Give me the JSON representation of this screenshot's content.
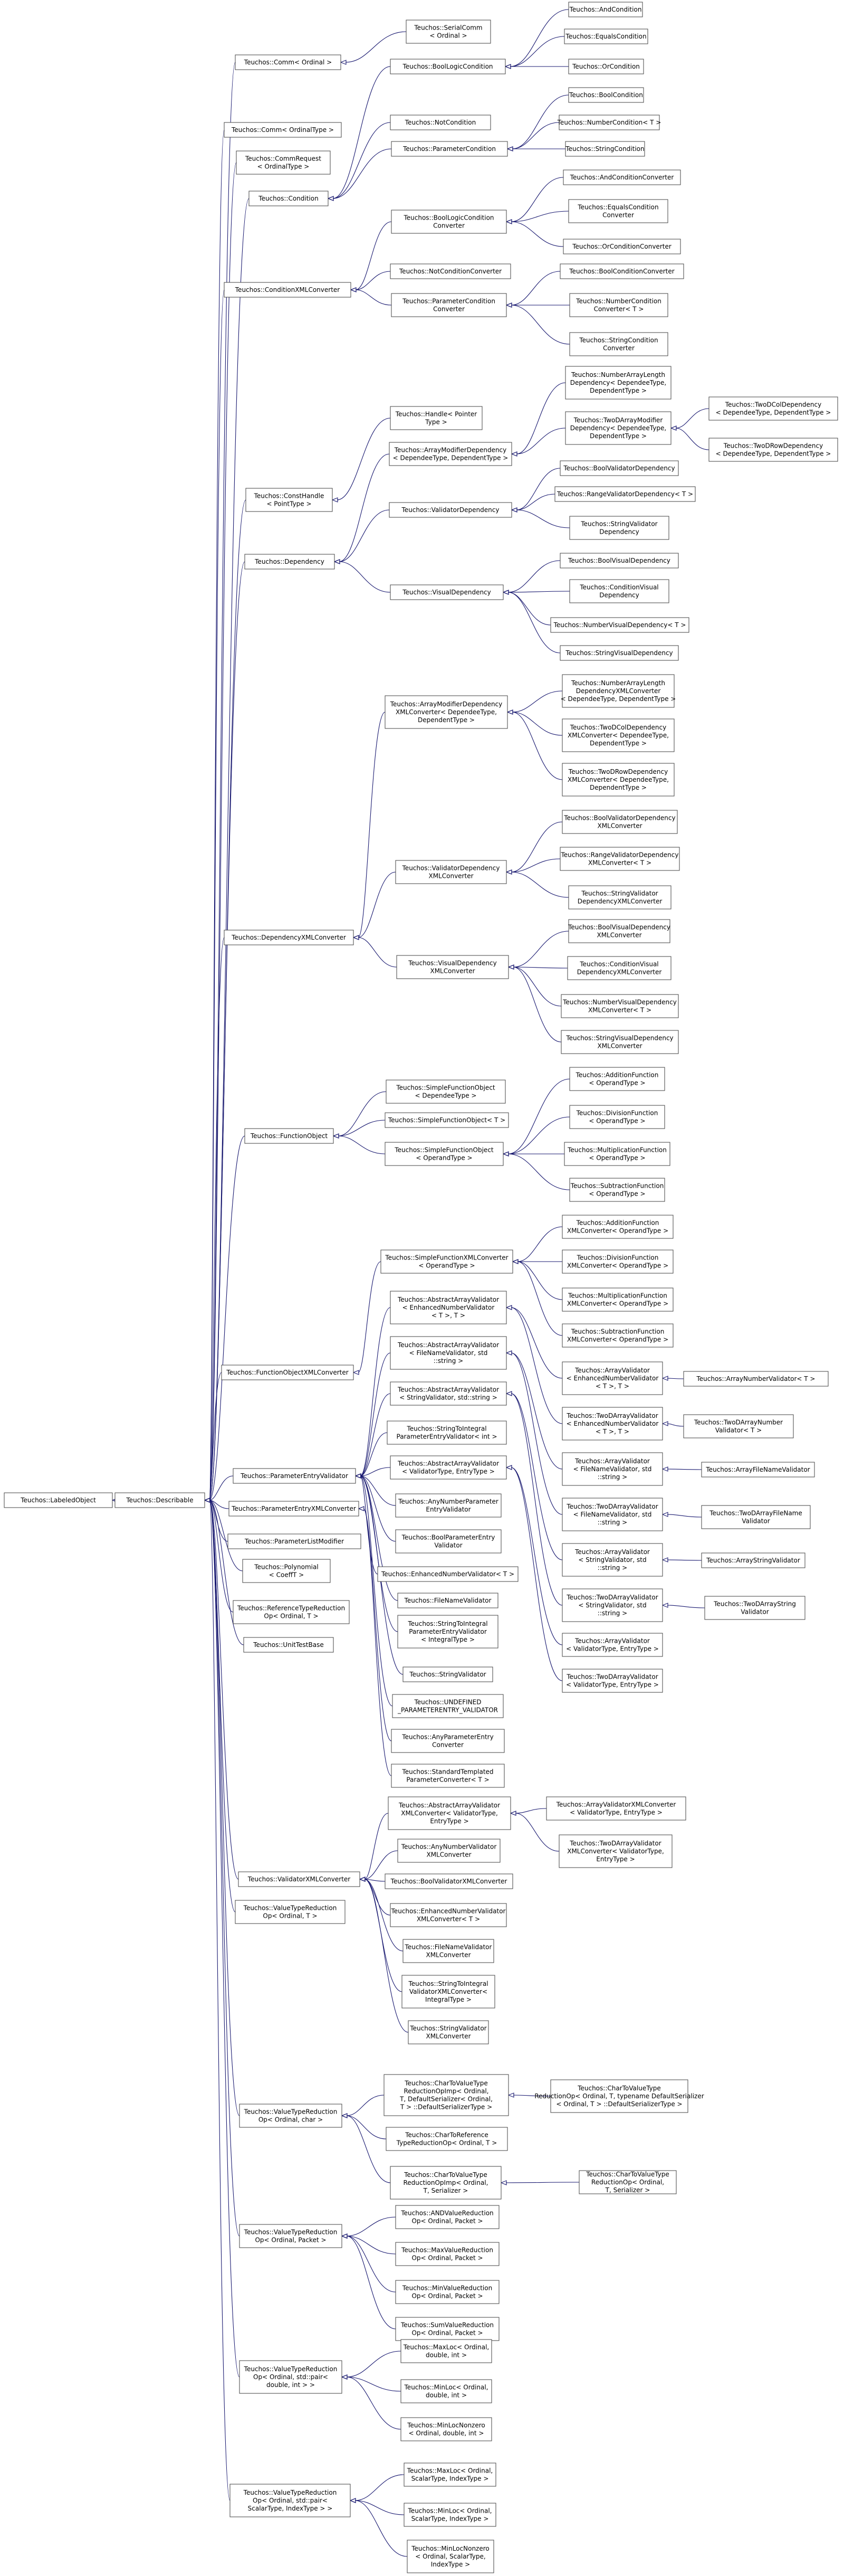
{
  "colors": {
    "edge": "#191970",
    "box_border": "#404040",
    "box_fill": "#ffffff",
    "text": "#000000",
    "background": "#ffffff"
  },
  "nodes": [
    {
      "id": "labeled_object",
      "label": [
        "Teuchos::LabeledObject"
      ]
    },
    {
      "id": "describable",
      "label": [
        "Teuchos::Describable"
      ]
    },
    {
      "id": "comm",
      "label": [
        "Teuchos::Comm< Ordinal >"
      ]
    },
    {
      "id": "serialcomm",
      "label": [
        "Teuchos::SerialComm",
        "< Ordinal >"
      ]
    },
    {
      "id": "commrequest_ot",
      "label": [
        "Teuchos::Comm< OrdinalType >"
      ]
    },
    {
      "id": "commrequest",
      "label": [
        "Teuchos::CommRequest",
        "< OrdinalType >"
      ]
    },
    {
      "id": "condition",
      "label": [
        "Teuchos::Condition"
      ]
    },
    {
      "id": "boollogic",
      "label": [
        "Teuchos::BoolLogicCondition"
      ]
    },
    {
      "id": "andcond",
      "label": [
        "Teuchos::AndCondition"
      ]
    },
    {
      "id": "equalscond",
      "label": [
        "Teuchos::EqualsCondition"
      ]
    },
    {
      "id": "orcond",
      "label": [
        "Teuchos::OrCondition"
      ]
    },
    {
      "id": "notcond",
      "label": [
        "Teuchos::NotCondition"
      ]
    },
    {
      "id": "paramcond",
      "label": [
        "Teuchos::ParameterCondition"
      ]
    },
    {
      "id": "boolcond",
      "label": [
        "Teuchos::BoolCondition"
      ]
    },
    {
      "id": "numbercond",
      "label": [
        "Teuchos::NumberCondition< T >"
      ]
    },
    {
      "id": "stringcond",
      "label": [
        "Teuchos::StringCondition"
      ]
    },
    {
      "id": "condxml",
      "label": [
        "Teuchos::ConditionXMLConverter"
      ]
    },
    {
      "id": "boollogicconv",
      "label": [
        "Teuchos::BoolLogicCondition",
        "Converter"
      ]
    },
    {
      "id": "andcondconv",
      "label": [
        "Teuchos::AndConditionConverter"
      ]
    },
    {
      "id": "equalscondconv",
      "label": [
        "Teuchos::EqualsCondition",
        "Converter"
      ]
    },
    {
      "id": "orcondconv",
      "label": [
        "Teuchos::OrConditionConverter"
      ]
    },
    {
      "id": "notcondconv",
      "label": [
        "Teuchos::NotConditionConverter"
      ]
    },
    {
      "id": "paramcondconv",
      "label": [
        "Teuchos::ParameterCondition",
        "Converter"
      ]
    },
    {
      "id": "boolcondconv",
      "label": [
        "Teuchos::BoolConditionConverter"
      ]
    },
    {
      "id": "numbercondconv",
      "label": [
        "Teuchos::NumberCondition",
        "Converter< T >"
      ]
    },
    {
      "id": "stringcondconv",
      "label": [
        "Teuchos::StringCondition",
        "Converter"
      ]
    },
    {
      "id": "consthandle",
      "label": [
        "Teuchos::ConstHandle",
        "< PointType >"
      ]
    },
    {
      "id": "handle",
      "label": [
        "Teuchos::Handle< Pointer",
        "Type >"
      ]
    },
    {
      "id": "dependency",
      "label": [
        "Teuchos::Dependency"
      ]
    },
    {
      "id": "arraymoddep",
      "label": [
        "Teuchos::ArrayModifierDependency",
        "< DependeeType, DependentType >"
      ]
    },
    {
      "id": "numarrlendep",
      "label": [
        "Teuchos::NumberArrayLength",
        "Dependency< DependeeType,",
        "DependentType >"
      ]
    },
    {
      "id": "twodarrmoddep",
      "label": [
        "Teuchos::TwoDArrayModifier",
        "Dependency< DependeeType,",
        "DependentType >"
      ]
    },
    {
      "id": "twodcoldep",
      "label": [
        "Teuchos::TwoDColDependency",
        "< DependeeType, DependentType >"
      ]
    },
    {
      "id": "twodrowdep",
      "label": [
        "Teuchos::TwoDRowDependency",
        "< DependeeType, DependentType >"
      ]
    },
    {
      "id": "validatordep",
      "label": [
        "Teuchos::ValidatorDependency"
      ]
    },
    {
      "id": "boolvaldep",
      "label": [
        "Teuchos::BoolValidatorDependency"
      ]
    },
    {
      "id": "rangevaldep",
      "label": [
        "Teuchos::RangeValidatorDependency< T >"
      ]
    },
    {
      "id": "stringvaldep",
      "label": [
        "Teuchos::StringValidator",
        "Dependency"
      ]
    },
    {
      "id": "visualdep",
      "label": [
        "Teuchos::VisualDependency"
      ]
    },
    {
      "id": "boolvisdep",
      "label": [
        "Teuchos::BoolVisualDependency"
      ]
    },
    {
      "id": "condvisdep",
      "label": [
        "Teuchos::ConditionVisual",
        "Dependency"
      ]
    },
    {
      "id": "numvisdep",
      "label": [
        "Teuchos::NumberVisualDependency< T >"
      ]
    },
    {
      "id": "strvisdep",
      "label": [
        "Teuchos::StringVisualDependency"
      ]
    },
    {
      "id": "depxml",
      "label": [
        "Teuchos::DependencyXMLConverter"
      ]
    },
    {
      "id": "arrmoddepxml",
      "label": [
        "Teuchos::ArrayModifierDependency",
        "XMLConverter< DependeeType,",
        "DependentType >"
      ]
    },
    {
      "id": "numarrlendepxml",
      "label": [
        "Teuchos::NumberArrayLength",
        "DependencyXMLConverter",
        "< DependeeType, DependentType >"
      ]
    },
    {
      "id": "twodcoldepxml",
      "label": [
        "Teuchos::TwoDColDependency",
        "XMLConverter< DependeeType,",
        "DependentType >"
      ]
    },
    {
      "id": "twodrowdepxml",
      "label": [
        "Teuchos::TwoDRowDependency",
        "XMLConverter< DependeeType,",
        "DependentType >"
      ]
    },
    {
      "id": "valdepxml",
      "label": [
        "Teuchos::ValidatorDependency",
        "XMLConverter"
      ]
    },
    {
      "id": "boolvaldepxml",
      "label": [
        "Teuchos::BoolValidatorDependency",
        "XMLConverter"
      ]
    },
    {
      "id": "rangevaldepxml",
      "label": [
        "Teuchos::RangeValidatorDependency",
        "XMLConverter< T >"
      ]
    },
    {
      "id": "strvaldepxml",
      "label": [
        "Teuchos::StringValidator",
        "DependencyXMLConverter"
      ]
    },
    {
      "id": "visdepxml",
      "label": [
        "Teuchos::VisualDependency",
        "XMLConverter"
      ]
    },
    {
      "id": "boolvisdepxml",
      "label": [
        "Teuchos::BoolVisualDependency",
        "XMLConverter"
      ]
    },
    {
      "id": "condvisdepxml",
      "label": [
        "Teuchos::ConditionVisual",
        "DependencyXMLConverter"
      ]
    },
    {
      "id": "numvisdepxml",
      "label": [
        "Teuchos::NumberVisualDependency",
        "XMLConverter< T >"
      ]
    },
    {
      "id": "strvisdepxml",
      "label": [
        "Teuchos::StringVisualDependency",
        "XMLConverter"
      ]
    },
    {
      "id": "funcobj",
      "label": [
        "Teuchos::FunctionObject"
      ]
    },
    {
      "id": "simplefo_dep",
      "label": [
        "Teuchos::SimpleFunctionObject",
        "< DependeeType >"
      ]
    },
    {
      "id": "simplefo_t",
      "label": [
        "Teuchos::SimpleFunctionObject< T >"
      ]
    },
    {
      "id": "simplefo_op",
      "label": [
        "Teuchos::SimpleFunctionObject",
        "< OperandType >"
      ]
    },
    {
      "id": "addfunc",
      "label": [
        "Teuchos::AdditionFunction",
        "< OperandType >"
      ]
    },
    {
      "id": "divfunc",
      "label": [
        "Teuchos::DivisionFunction",
        "< OperandType >"
      ]
    },
    {
      "id": "mulfunc",
      "label": [
        "Teuchos::MultiplicationFunction",
        "< OperandType >"
      ]
    },
    {
      "id": "subfunc",
      "label": [
        "Teuchos::SubtractionFunction",
        "< OperandType >"
      ]
    },
    {
      "id": "funcobjxml",
      "label": [
        "Teuchos::FunctionObjectXMLConverter"
      ]
    },
    {
      "id": "simplefoxml",
      "label": [
        "Teuchos::SimpleFunctionXMLConverter",
        "< OperandType >"
      ]
    },
    {
      "id": "addfuncxml",
      "label": [
        "Teuchos::AdditionFunction",
        "XMLConverter< OperandType >"
      ]
    },
    {
      "id": "divfuncxml",
      "label": [
        "Teuchos::DivisionFunction",
        "XMLConverter< OperandType >"
      ]
    },
    {
      "id": "mulfuncxml",
      "label": [
        "Teuchos::MultiplicationFunction",
        "XMLConverter< OperandType >"
      ]
    },
    {
      "id": "subfuncxml",
      "label": [
        "Teuchos::SubtractionFunction",
        "XMLConverter< OperandType >"
      ]
    },
    {
      "id": "pev",
      "label": [
        "Teuchos::ParameterEntryValidator"
      ]
    },
    {
      "id": "absarr_enum",
      "label": [
        "Teuchos::AbstractArrayValidator",
        "< EnhancedNumberValidator",
        "< T >, T >"
      ]
    },
    {
      "id": "absarr_file",
      "label": [
        "Teuchos::AbstractArrayValidator",
        "< FileNameValidator, std",
        "::string >"
      ]
    },
    {
      "id": "absarr_str",
      "label": [
        "Teuchos::AbstractArrayValidator",
        "< StringValidator, std::string >"
      ]
    },
    {
      "id": "stringtoint_pev",
      "label": [
        "Teuchos::StringToIntegral",
        "ParameterEntryValidator< int >"
      ]
    },
    {
      "id": "absarr_valent",
      "label": [
        "Teuchos::AbstractArrayValidator",
        "< ValidatorType, EntryType >"
      ]
    },
    {
      "id": "anynum_pev",
      "label": [
        "Teuchos::AnyNumberParameter",
        "EntryValidator"
      ]
    },
    {
      "id": "bool_pev",
      "label": [
        "Teuchos::BoolParameterEntry",
        "Validator"
      ]
    },
    {
      "id": "enhnum_val",
      "label": [
        "Teuchos::EnhancedNumberValidator< T >"
      ]
    },
    {
      "id": "filename_val",
      "label": [
        "Teuchos::FileNameValidator"
      ]
    },
    {
      "id": "stoint_pev_it",
      "label": [
        "Teuchos::StringToIntegral",
        "ParameterEntryValidator",
        "< IntegralType >"
      ]
    },
    {
      "id": "string_val",
      "label": [
        "Teuchos::StringValidator"
      ]
    },
    {
      "id": "undef_pev",
      "label": [
        "Teuchos::UNDEFINED",
        "_PARAMETERENTRY_VALIDATOR"
      ]
    },
    {
      "id": "arr_enum",
      "label": [
        "Teuchos::ArrayValidator",
        "< EnhancedNumberValidator",
        "< T >, T >"
      ]
    },
    {
      "id": "arrnum_val",
      "label": [
        "Teuchos::ArrayNumberValidator< T >"
      ]
    },
    {
      "id": "twod_enum",
      "label": [
        "Teuchos::TwoDArrayValidator",
        "< EnhancedNumberValidator",
        "< T >, T >"
      ]
    },
    {
      "id": "twodnum_val",
      "label": [
        "Teuchos::TwoDArrayNumber",
        "Validator< T >"
      ]
    },
    {
      "id": "arr_file",
      "label": [
        "Teuchos::ArrayValidator",
        "< FileNameValidator, std",
        "::string >"
      ]
    },
    {
      "id": "arrfile_val",
      "label": [
        "Teuchos::ArrayFileNameValidator"
      ]
    },
    {
      "id": "twod_file",
      "label": [
        "Teuchos::TwoDArrayValidator",
        "< FileNameValidator, std",
        "::string >"
      ]
    },
    {
      "id": "twodfile_val",
      "label": [
        "Teuchos::TwoDArrayFileName",
        "Validator"
      ]
    },
    {
      "id": "arr_str",
      "label": [
        "Teuchos::ArrayValidator",
        "< StringValidator, std",
        "::string >"
      ]
    },
    {
      "id": "arrstr_val",
      "label": [
        "Teuchos::ArrayStringValidator"
      ]
    },
    {
      "id": "twod_str",
      "label": [
        "Teuchos::TwoDArrayValidator",
        "< StringValidator, std",
        "::string >"
      ]
    },
    {
      "id": "twodstr_val",
      "label": [
        "Teuchos::TwoDArrayString",
        "Validator"
      ]
    },
    {
      "id": "arr_valent",
      "label": [
        "Teuchos::ArrayValidator",
        "< ValidatorType, EntryType >"
      ]
    },
    {
      "id": "twod_valent",
      "label": [
        "Teuchos::TwoDArrayValidator",
        "< ValidatorType, EntryType >"
      ]
    },
    {
      "id": "pexml",
      "label": [
        "Teuchos::ParameterEntryXMLConverter"
      ]
    },
    {
      "id": "anypexml",
      "label": [
        "Teuchos::AnyParameterEntry",
        "Converter"
      ]
    },
    {
      "id": "stdtemplpexml",
      "label": [
        "Teuchos::StandardTemplated",
        "ParameterConverter< T >"
      ]
    },
    {
      "id": "plmod",
      "label": [
        "Teuchos::ParameterListModifier"
      ]
    },
    {
      "id": "polynomial",
      "label": [
        "Teuchos::Polynomial",
        "< CoeffT >"
      ]
    },
    {
      "id": "reftyperedop",
      "label": [
        "Teuchos::ReferenceTypeReduction",
        "Op< Ordinal, T >"
      ]
    },
    {
      "id": "unittestbase",
      "label": [
        "Teuchos::UnitTestBase"
      ]
    },
    {
      "id": "valxml",
      "label": [
        "Teuchos::ValidatorXMLConverter"
      ]
    },
    {
      "id": "absarrvalxml",
      "label": [
        "Teuchos::AbstractArrayValidator",
        "XMLConverter< ValidatorType,",
        "EntryType >"
      ]
    },
    {
      "id": "arrvalxml",
      "label": [
        "Teuchos::ArrayValidatorXMLConverter",
        "< ValidatorType, EntryType >"
      ]
    },
    {
      "id": "twodarrvalxml",
      "label": [
        "Teuchos::TwoDArrayValidator",
        "XMLConverter< ValidatorType,",
        "EntryType >"
      ]
    },
    {
      "id": "anynumvalxml",
      "label": [
        "Teuchos::AnyNumberValidator",
        "XMLConverter"
      ]
    },
    {
      "id": "boolvalxml",
      "label": [
        "Teuchos::BoolValidatorXMLConverter"
      ]
    },
    {
      "id": "enhnumvalxml",
      "label": [
        "Teuchos::EnhancedNumberValidator",
        "XMLConverter< T >"
      ]
    },
    {
      "id": "filenamevalxml",
      "label": [
        "Teuchos::FileNameValidator",
        "XMLConverter"
      ]
    },
    {
      "id": "stointvalxml",
      "label": [
        "Teuchos::StringToIntegral",
        "ValidatorXMLConverter<",
        "IntegralType >"
      ]
    },
    {
      "id": "stringvalxml",
      "label": [
        "Teuchos::StringValidator",
        "XMLConverter"
      ]
    },
    {
      "id": "vtro_ot",
      "label": [
        "Teuchos::ValueTypeReduction",
        "Op< Ordinal, T >"
      ]
    },
    {
      "id": "vtro_char",
      "label": [
        "Teuchos::ValueTypeReduction",
        "Op< Ordinal, char >"
      ]
    },
    {
      "id": "chartovt_def",
      "label": [
        "Teuchos::CharToValueType",
        "ReductionOpImp< Ordinal,",
        "T, DefaultSerializer< Ordinal,",
        "T > ::DefaultSerializerType >"
      ]
    },
    {
      "id": "chartovt_def2",
      "label": [
        "Teuchos::CharToValueType",
        "ReductionOp< Ordinal, T, typename DefaultSerializer",
        "< Ordinal, T > ::DefaultSerializerType >"
      ]
    },
    {
      "id": "chartoref",
      "label": [
        "Teuchos::CharToReference",
        "TypeReductionOp< Ordinal, T >"
      ]
    },
    {
      "id": "chartovt_ser",
      "label": [
        "Teuchos::CharToValueType",
        "ReductionOpImp< Ordinal,",
        "T, Serializer >"
      ]
    },
    {
      "id": "chartovt_ser2",
      "label": [
        "Teuchos::CharToValueType",
        "ReductionOp< Ordinal,",
        "T, Serializer >"
      ]
    },
    {
      "id": "vtro_packet",
      "label": [
        "Teuchos::ValueTypeReduction",
        "Op< Ordinal, Packet >"
      ]
    },
    {
      "id": "andval",
      "label": [
        "Teuchos::ANDValueReduction",
        "Op< Ordinal, Packet >"
      ]
    },
    {
      "id": "maxval",
      "label": [
        "Teuchos::MaxValueReduction",
        "Op< Ordinal, Packet >"
      ]
    },
    {
      "id": "minval",
      "label": [
        "Teuchos::MinValueReduction",
        "Op< Ordinal, Packet >"
      ]
    },
    {
      "id": "sumval",
      "label": [
        "Teuchos::SumValueReduction",
        "Op< Ordinal, Packet >"
      ]
    },
    {
      "id": "vtro_pair",
      "label": [
        "Teuchos::ValueTypeReduction",
        "Op< Ordinal, std::pair<",
        "double, int > >"
      ]
    },
    {
      "id": "maxloc_d",
      "label": [
        "Teuchos::MaxLoc< Ordinal,",
        "double, int >"
      ]
    },
    {
      "id": "minloc_d",
      "label": [
        "Teuchos::MinLoc< Ordinal,",
        "double, int >"
      ]
    },
    {
      "id": "minlocnz_d",
      "label": [
        "Teuchos::MinLocNonzero",
        "< Ordinal, double, int >"
      ]
    },
    {
      "id": "vtro_scalar",
      "label": [
        "Teuchos::ValueTypeReduction",
        "Op< Ordinal, std::pair<",
        "ScalarType, IndexType > >"
      ]
    },
    {
      "id": "maxloc_s",
      "label": [
        "Teuchos::MaxLoc< Ordinal,",
        "ScalarType, IndexType >"
      ]
    },
    {
      "id": "minloc_s",
      "label": [
        "Teuchos::MinLoc< Ordinal,",
        "ScalarType, IndexType >"
      ]
    },
    {
      "id": "minlocnz_s",
      "label": [
        "Teuchos::MinLocNonzero",
        "< Ordinal, ScalarType,",
        "IndexType >"
      ]
    }
  ]
}
